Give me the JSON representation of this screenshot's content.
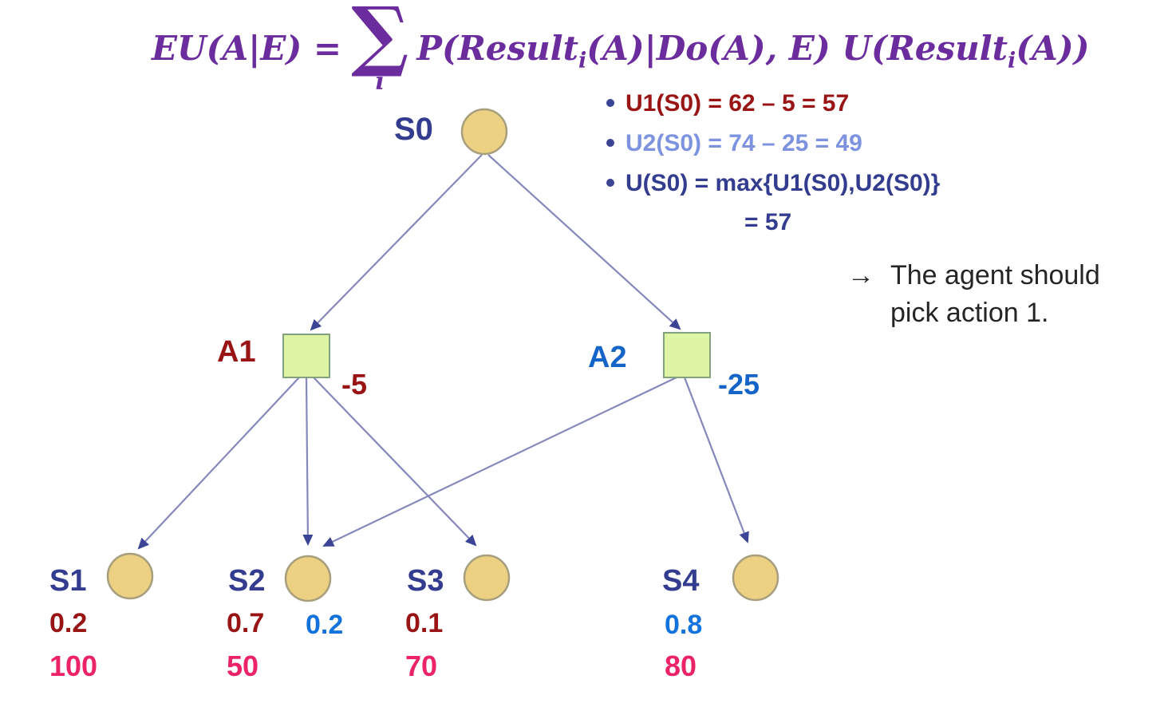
{
  "formula": {
    "lhs": "EU(A|E) =",
    "sigma": "∑",
    "sigma_sub": "i",
    "rhs_p1": "P(Result",
    "rhs_sub1": "i",
    "rhs_p2": "(A)|Do(A), E) U(Result",
    "rhs_sub2": "i",
    "rhs_p3": "(A))"
  },
  "bullets": {
    "items": [
      {
        "text": "U1(S0) = 62 – 5 = 57",
        "color": "#991414"
      },
      {
        "text": "U2(S0) = 74 – 25 = 49",
        "color": "#7e93e0"
      },
      {
        "text": "U(S0) = max{U1(S0),U2(S0)}",
        "color": "#343c8f"
      }
    ],
    "continuation": "= 57"
  },
  "note": {
    "arrow": "→",
    "line1": "The agent should",
    "line2": "pick action 1."
  },
  "nodes": {
    "s0": {
      "label": "S0",
      "type": "state"
    },
    "a1": {
      "label": "A1",
      "cost": "-5",
      "type": "action"
    },
    "a2": {
      "label": "A2",
      "cost": "-25",
      "type": "action"
    },
    "s1": {
      "label": "S1",
      "prob_a1": "0.2",
      "utility": "100",
      "type": "state"
    },
    "s2": {
      "label": "S2",
      "prob_a1": "0.7",
      "prob_a2": "0.2",
      "utility": "50",
      "type": "state"
    },
    "s3": {
      "label": "S3",
      "prob_a1": "0.1",
      "utility": "70",
      "type": "state"
    },
    "s4": {
      "label": "S4",
      "prob_a2": "0.8",
      "utility": "80",
      "type": "state"
    }
  },
  "edges": [
    {
      "from": "S0",
      "to": "A1"
    },
    {
      "from": "S0",
      "to": "A2"
    },
    {
      "from": "A1",
      "to": "S1"
    },
    {
      "from": "A1",
      "to": "S2"
    },
    {
      "from": "A1",
      "to": "S3"
    },
    {
      "from": "A2",
      "to": "S2"
    },
    {
      "from": "A2",
      "to": "S4"
    }
  ],
  "colors": {
    "formula_purple": "#6b2d9e",
    "action1_red": "#991414",
    "action2_blue": "#1565c8",
    "prob_blue": "#1372dc",
    "navy": "#343c8f",
    "value_pink": "#ec2465",
    "state_fill": "#ecd183",
    "state_border": "#a79e7e",
    "action_fill": "#def5a5",
    "action_border": "#83a17d",
    "edge_line": "#8588ba",
    "arrowhead": "#3c4496",
    "note_text": "#252525"
  }
}
